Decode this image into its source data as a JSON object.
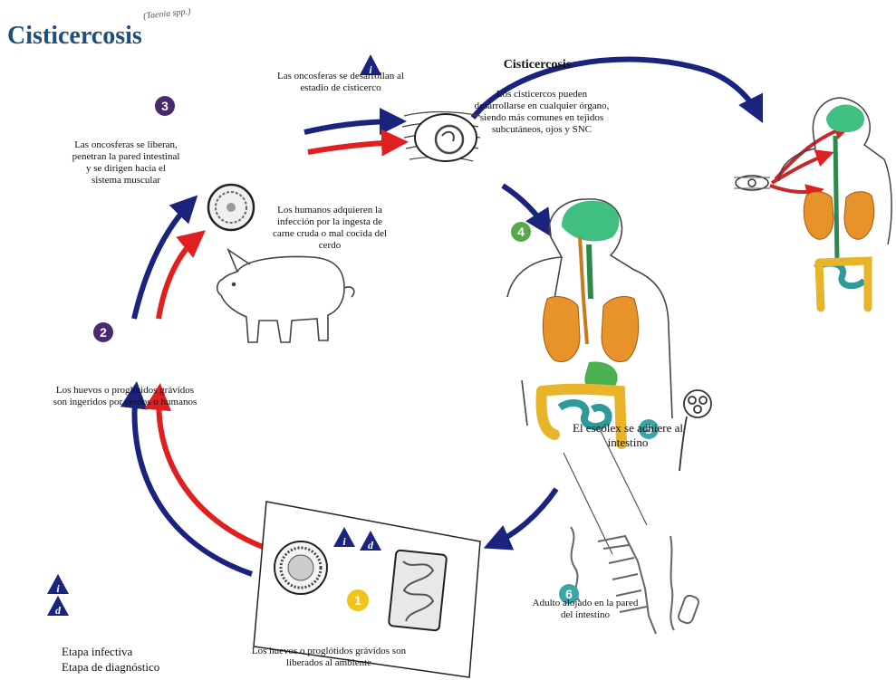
{
  "header": {
    "title": "Cisticercosis",
    "subtitle": "(Taenia spp.)"
  },
  "diagram_title": "Cisticercosis",
  "steps": {
    "s1": {
      "number": "1",
      "text": "Los huevos o proglótidos grávidos son liberados al ambiente",
      "color": "#f2c318"
    },
    "s2": {
      "number": "2",
      "text": "Los huevos o proglótidos grávidos son ingeridos por cerdos o humanos",
      "color": "#4a2a6e"
    },
    "s3": {
      "number": "3",
      "text": "Las oncosferas se liberan, penetran la pared intestinal y se dirigen hacia el sistema muscular",
      "color": "#4a2a6e"
    },
    "s4": {
      "number": "4",
      "text": "Las oncosferas se desarrollan al estadio de cisticerco",
      "color": "#56a84a"
    },
    "s5": {
      "number": "5",
      "text": "El escólex se adhiere al intestino",
      "color": "#3aa6a6"
    },
    "s6": {
      "number": "6",
      "text": "Adulto alojado en la pared del intestino",
      "color": "#3aa6a6"
    }
  },
  "texts": {
    "humans_infection": "Los humanos adquieren la infección por la ingesta de carne cruda o mal cocida del cerdo",
    "cysticerci": "Los cisticercos pueden desarrollarse en cualquier órgano, siendo más comunes en tejidos subcutáneos, ojos y SNC"
  },
  "markers": {
    "infective": "i",
    "diagnostic": "d"
  },
  "legend": {
    "infective_label": "Etapa infectiva",
    "diagnostic_label": "Etapa de diagnóstico"
  },
  "colors": {
    "blue_arrow": "#1a237e",
    "red_arrow": "#e02020",
    "title": "#1f4e79",
    "marker": "#1a237e",
    "lungs": "#e8922a",
    "brain": "#3fbf80",
    "intestine": "#2e9a9a",
    "colon": "#e8b52a"
  }
}
